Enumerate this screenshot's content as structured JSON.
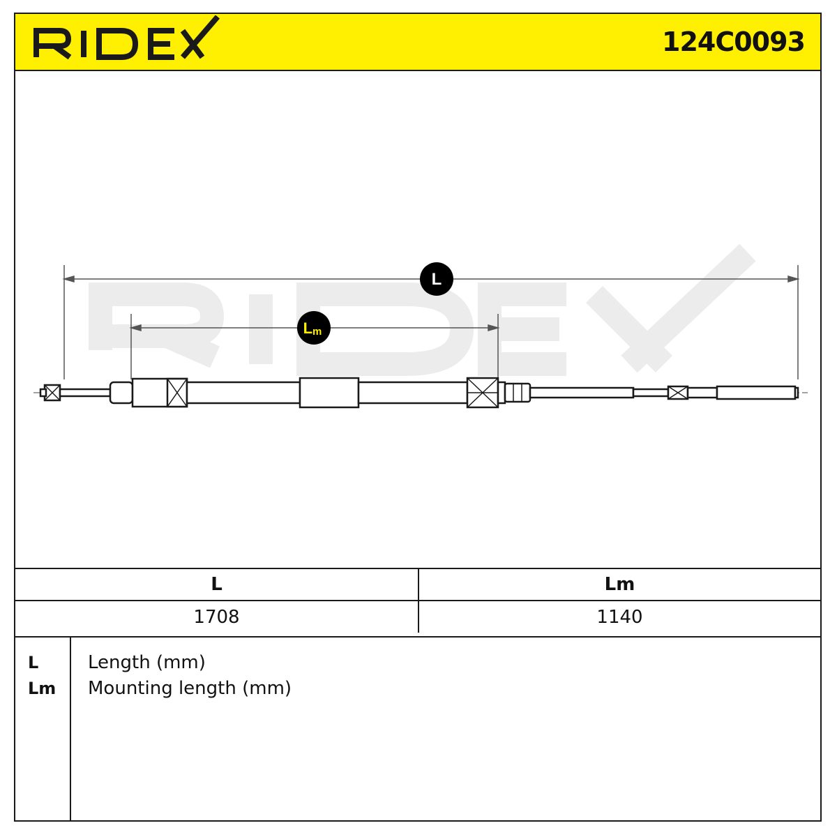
{
  "header": {
    "brand": "RIDEX",
    "part_number": "124C0093",
    "accent_color": "#ffef00"
  },
  "drawing": {
    "watermark": "RIDEX",
    "dimension_L_label": "L",
    "dimension_Lm_label": "Lm",
    "dimension_Lm_label_main": "L",
    "dimension_Lm_label_sub": "m",
    "badge_colors": {
      "fill": "#000000",
      "L_text": "#ffffff",
      "Lm_text": "#ffef00"
    }
  },
  "table": {
    "headers": [
      "L",
      "Lm"
    ],
    "values": [
      "1708",
      "1140"
    ]
  },
  "legend": {
    "items": [
      {
        "key": "L",
        "description": "Length (mm)"
      },
      {
        "key": "Lm",
        "description": "Mounting length (mm)"
      }
    ]
  }
}
